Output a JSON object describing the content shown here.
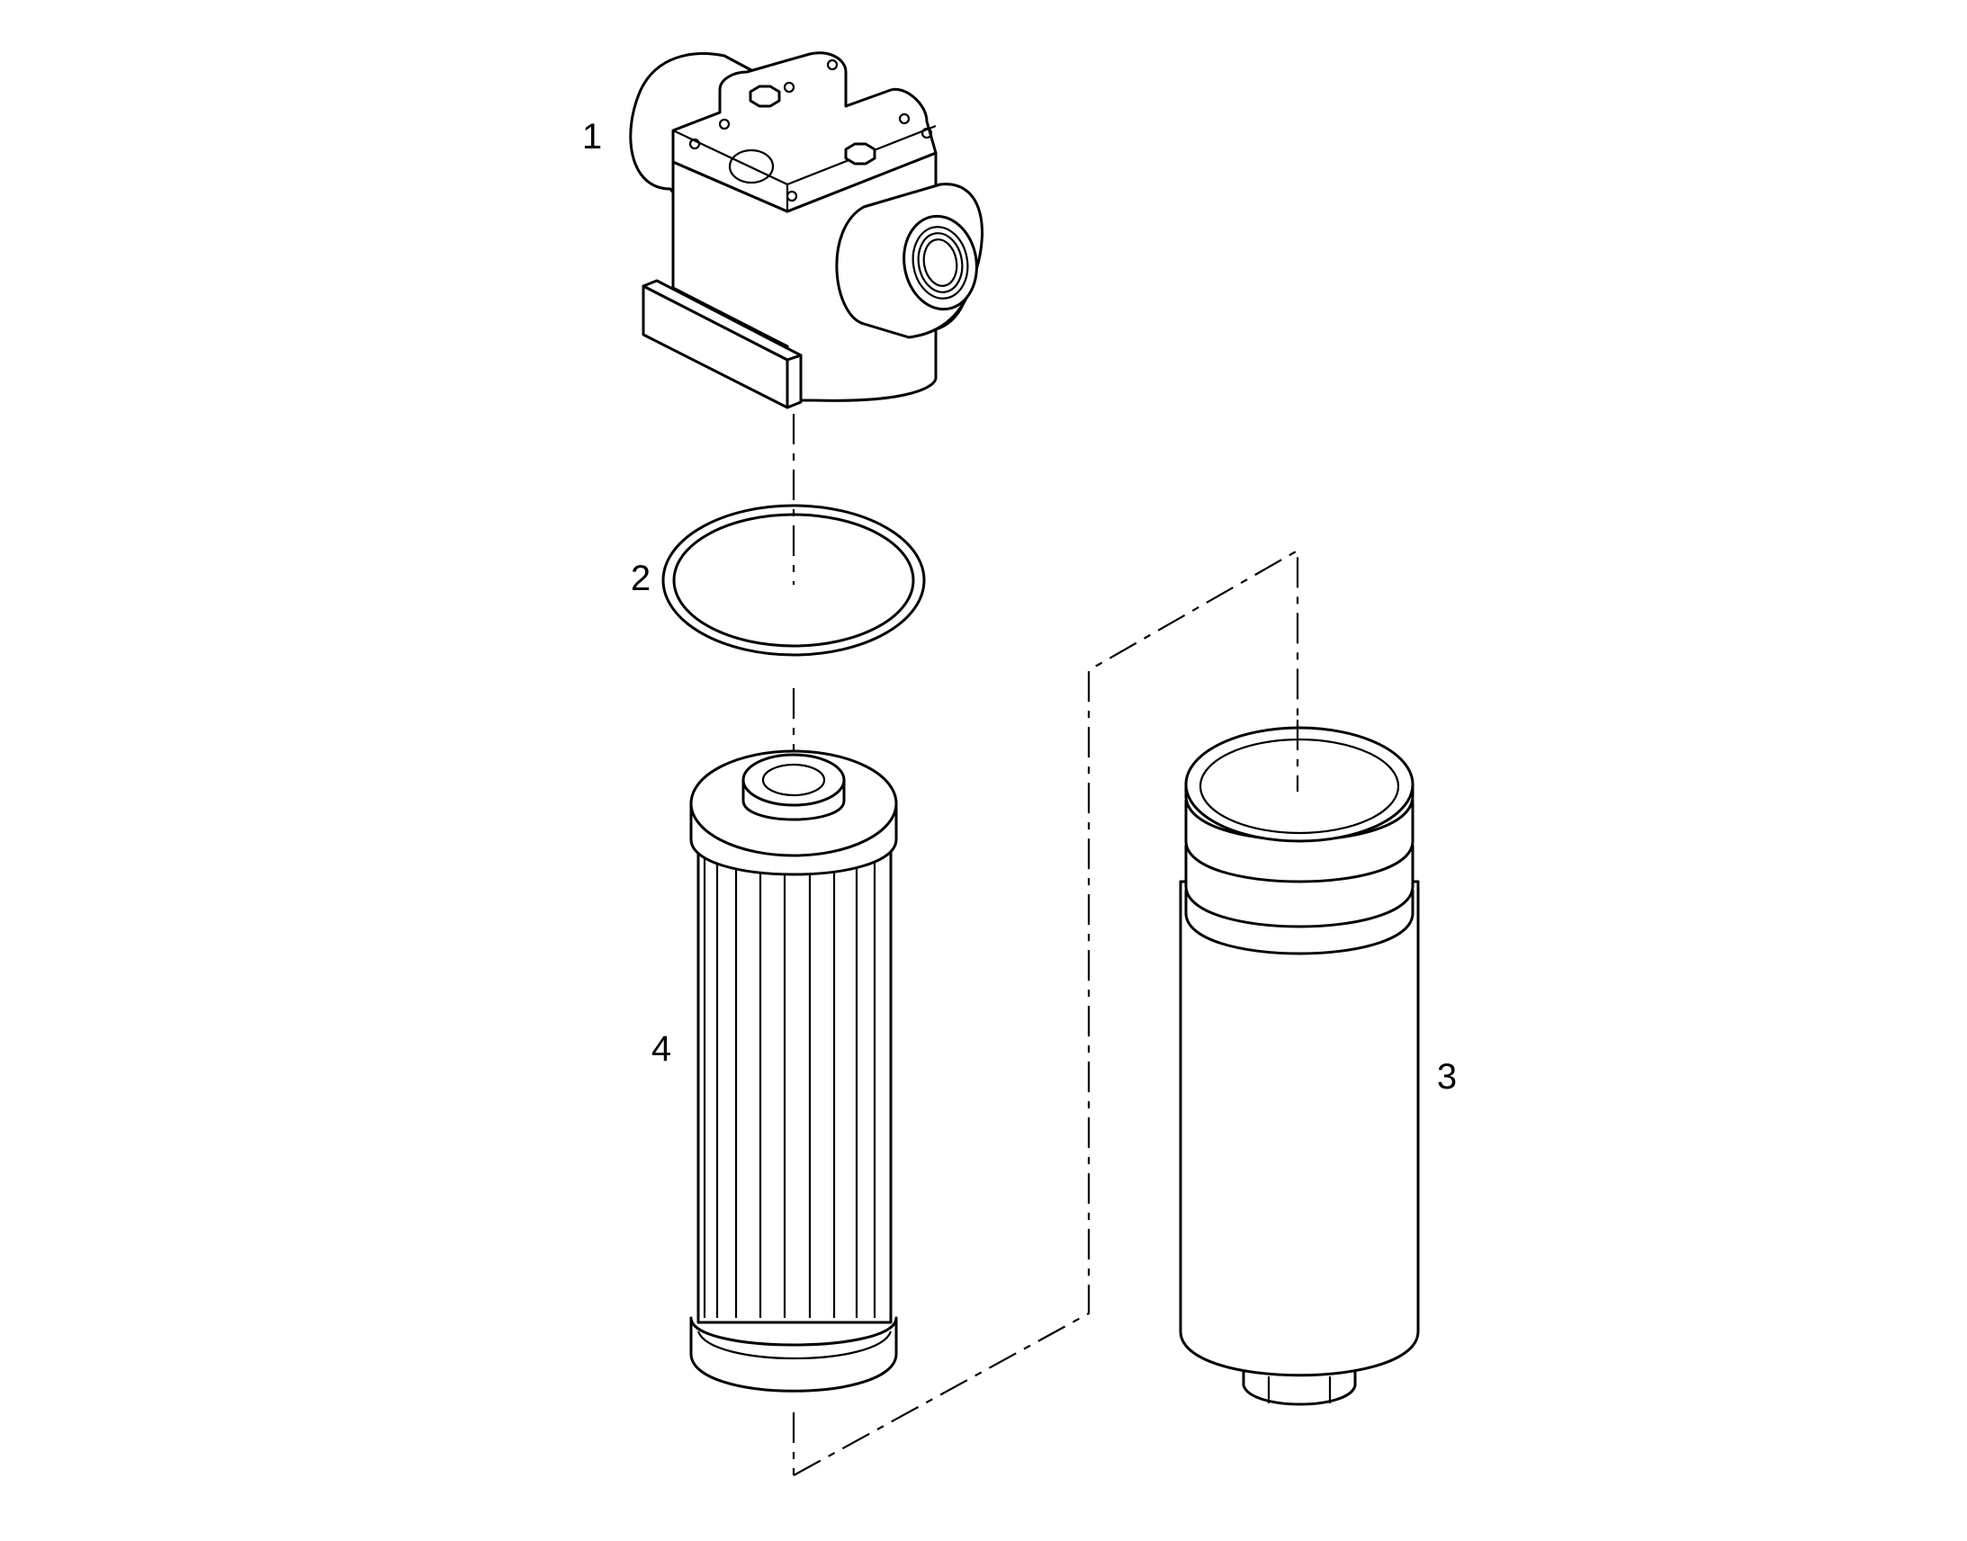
{
  "diagram": {
    "callouts": [
      {
        "id": "housing-head",
        "label": "1"
      },
      {
        "id": "o-ring",
        "label": "2"
      },
      {
        "id": "filter-bowl",
        "label": "3"
      },
      {
        "id": "filter-element",
        "label": "4"
      }
    ],
    "colors": {
      "line": "#000000",
      "background": "#ffffff"
    }
  }
}
